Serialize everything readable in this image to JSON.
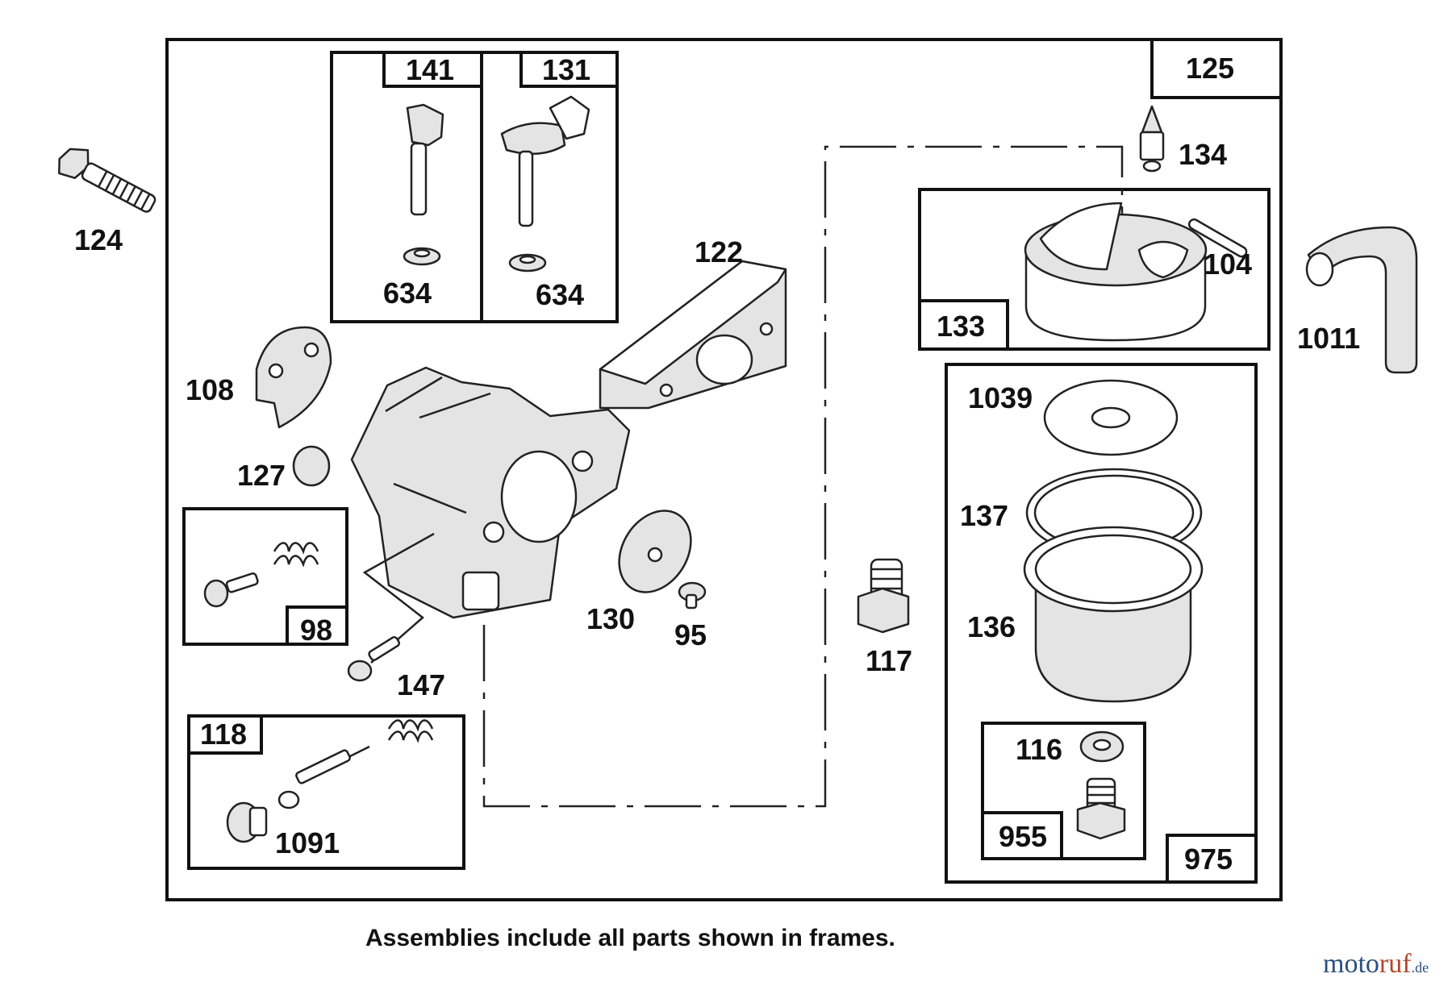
{
  "labels": {
    "p124": "124",
    "p141": "141",
    "p131": "131",
    "p634a": "634",
    "p634b": "634",
    "p125": "125",
    "p134": "134",
    "p104": "104",
    "p133": "133",
    "p1011": "1011",
    "p122": "122",
    "p108": "108",
    "p127": "127",
    "p98": "98",
    "p147": "147",
    "p130": "130",
    "p95": "95",
    "p117": "117",
    "p1039": "1039",
    "p137": "137",
    "p136": "136",
    "p116": "116",
    "p955": "955",
    "p975": "975",
    "p118": "118",
    "p1091": "1091"
  },
  "footnote": "Assemblies include all parts shown in frames.",
  "watermark": {
    "part1": "moto",
    "part2": "ruf",
    "suffix": ".de"
  },
  "colors": {
    "ink": "#111111",
    "watermark_blue": "#2a4f7e",
    "watermark_red": "#b5462b"
  }
}
